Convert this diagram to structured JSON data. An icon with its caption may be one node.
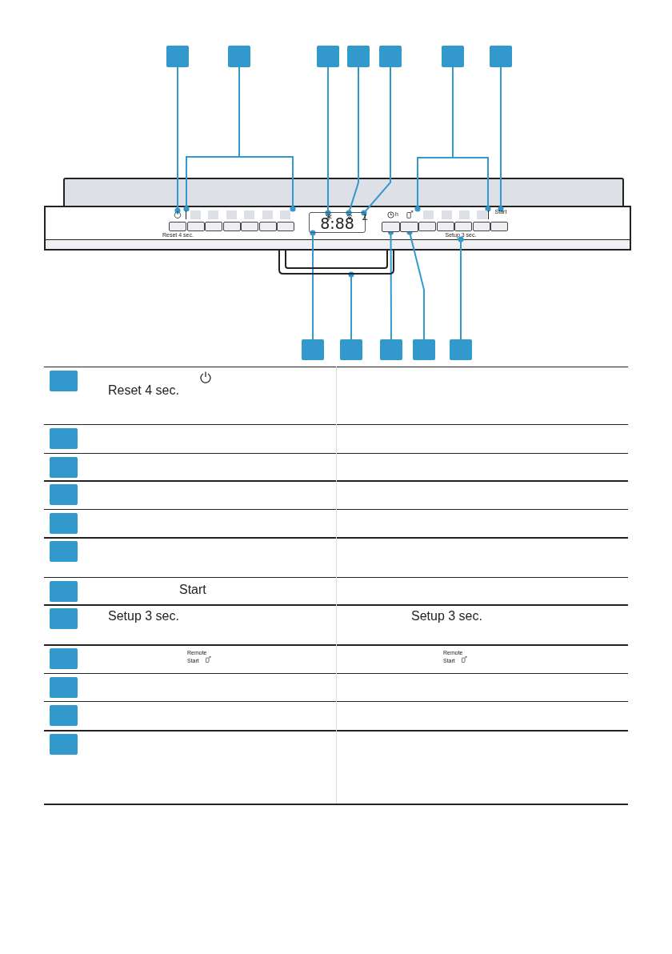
{
  "diagram": {
    "nodes": [
      {
        "text": [],
        "shape": "box"
      },
      {
        "text": [],
        "shape": "box"
      },
      {
        "text": [],
        "shape": "box"
      },
      {
        "text": [],
        "shape": "box"
      },
      {
        "text": [],
        "shape": "box"
      },
      {
        "text": [],
        "shape": "box"
      },
      {
        "text": [],
        "shape": "box"
      },
      {
        "text": [],
        "shape": "box"
      },
      {
        "text": [],
        "shape": "box"
      },
      {
        "text": [],
        "shape": "box"
      },
      {
        "text": [],
        "shape": "box"
      },
      {
        "text": [],
        "shape": "box"
      },
      {
        "text": [],
        "shape": "box"
      },
      {
        "text": [],
        "shape": "box"
      },
      {
        "text": [],
        "shape": "box"
      },
      {
        "text": [],
        "shape": "box"
      },
      {
        "text": [],
        "shape": "box"
      },
      {
        "text": [],
        "shape": "box"
      },
      {
        "text": [],
        "shape": "box"
      },
      {
        "text": [],
        "shape": "box"
      },
      {
        "text": [],
        "shape": "box"
      },
      {
        "text": [],
        "shape": "box"
      },
      {
        "text": [],
        "shape": "box"
      },
      {
        "text": [],
        "shape": "box"
      },
      {
        "text": [],
        "shape": "icon"
      },
      {
        "text": [],
        "shape": "box"
      },
      {
        "text": [
          "8:88"
        ]
      },
      {
        "text": [],
        "shape": "icon",
        "in": 26
      },
      {
        "text": [],
        "shape": "icon",
        "in": 26
      },
      {
        "text": [],
        "shape": "icon",
        "in": 26
      },
      {
        "text": [],
        "shape": "box"
      },
      {
        "text": [
          "Start"
        ]
      },
      {
        "text": [],
        "shape": "handle"
      },
      {
        "text": [],
        "shape": "box"
      },
      {
        "text": [],
        "shape": "box"
      },
      {
        "text": [
          "Setup 3 sec."
        ]
      },
      {
        "text": [],
        "shape": "box"
      },
      {
        "text": [],
        "shape": "box"
      },
      {
        "text": [],
        "shape": "box"
      },
      {
        "text": [],
        "shape": "box"
      },
      {
        "text": [],
        "shape": "box"
      },
      {
        "text": [],
        "shape": "box"
      },
      {
        "text": [],
        "shape": "box"
      },
      {
        "text": [],
        "shape": "box"
      },
      {
        "text": [],
        "shape": "box"
      },
      {
        "text": [],
        "shape": "box"
      },
      {
        "text": [],
        "shape": "box"
      },
      {
        "text": [],
        "shape": "box"
      }
    ],
    "edges": [
      {
        "from": 0,
        "to": 24,
        "arrow": "other"
      },
      {
        "from": 1,
        "to": 25,
        "arrow": "other"
      },
      {
        "from": 1,
        "to": 25,
        "arrow": "other"
      },
      {
        "from": 2,
        "to": 27,
        "arrow": "other"
      },
      {
        "from": 3,
        "to": 28,
        "arrow": "other"
      },
      {
        "from": 4,
        "to": 29,
        "arrow": "other"
      },
      {
        "from": 5,
        "to": 30,
        "arrow": "other"
      },
      {
        "from": 5,
        "to": 30,
        "arrow": "other"
      },
      {
        "from": 6,
        "to": 31,
        "arrow": "other"
      },
      {
        "from": 7,
        "to": 26,
        "arrow": "other"
      },
      {
        "from": 8,
        "to": 32,
        "arrow": "other"
      },
      {
        "from": 9,
        "to": 33,
        "arrow": "other"
      },
      {
        "from": 10,
        "to": 34,
        "arrow": "other"
      },
      {
        "from": 11,
        "to": 35,
        "arrow": "other"
      }
    ],
    "labels": [
      "h",
      "Reset 4 sec.",
      "Reset 4 sec.",
      "Start",
      "Setup 3 sec.",
      "Setup 3 sec.",
      "Remote Start",
      "Remote Start"
    ]
  }
}
